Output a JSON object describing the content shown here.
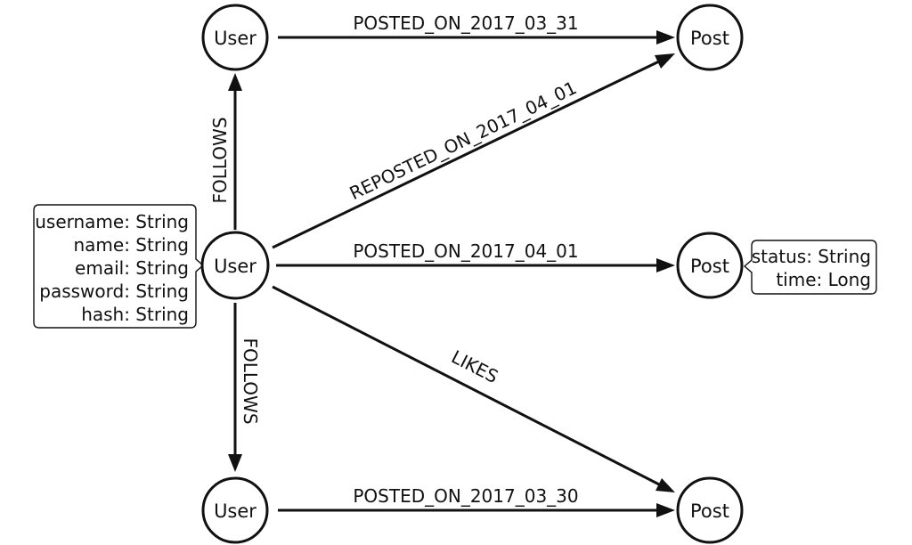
{
  "nodes": {
    "user_top": "User",
    "user_center": "User",
    "user_bottom": "User",
    "post_top": "Post",
    "post_middle": "Post",
    "post_bottom": "Post"
  },
  "edges": {
    "posted_on_2017_03_31": "POSTED_ON_2017_03_31",
    "reposted_on_2017_04_01": "REPOSTED_ON_2017_04_01",
    "posted_on_2017_04_01": "POSTED_ON_2017_04_01",
    "likes": "LIKES",
    "posted_on_2017_03_30": "POSTED_ON_2017_03_30",
    "follows_up": "FOLLOWS",
    "follows_down": "FOLLOWS"
  },
  "user_properties": [
    "username: String",
    "name: String",
    "email: String",
    "password: String",
    "hash: String"
  ],
  "post_properties": [
    "status: String",
    "time: Long"
  ]
}
